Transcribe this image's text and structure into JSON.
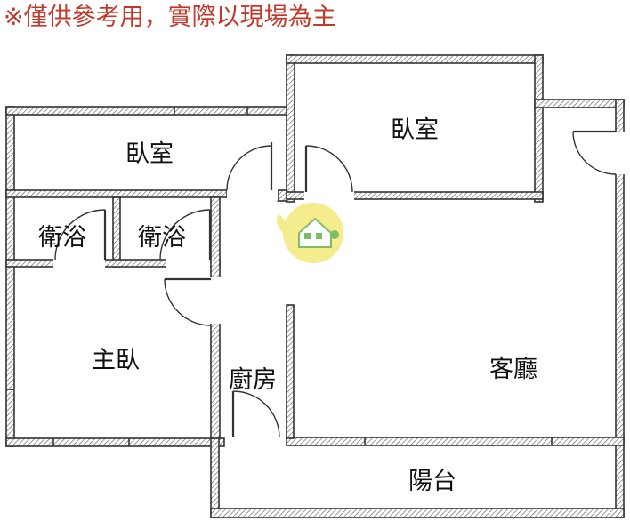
{
  "disclaimer": {
    "text": "※僅供參考用，實際以現場為主",
    "color": "#c0392b"
  },
  "rooms": {
    "bedroom_top_left": "臥室",
    "bedroom_top_right": "臥室",
    "bath_left": "衛浴",
    "bath_right": "衛浴",
    "master_bedroom": "主臥",
    "kitchen": "廚房",
    "living_room": "客廳",
    "balcony": "陽台"
  },
  "colors": {
    "wall_hatch": "#555555",
    "logo_yellow": "#f3e97a",
    "logo_green": "#6ab04c"
  },
  "icons": {
    "watermark": "house-logo-icon"
  }
}
